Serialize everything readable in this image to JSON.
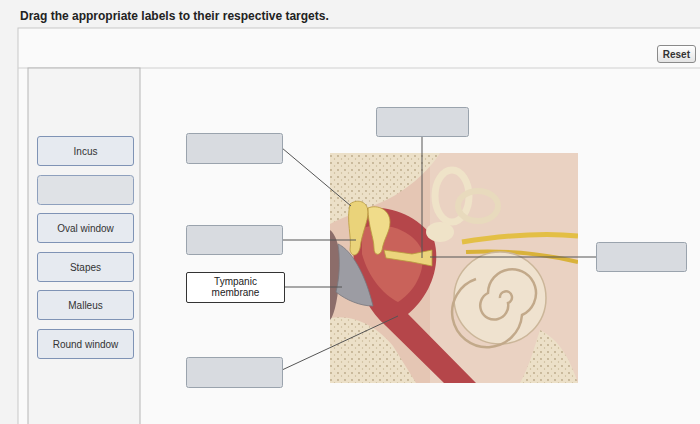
{
  "diagram": {
    "title": "Drag the appropriate labels to their respective targets.",
    "nodes": [
      {
        "text": [
          "Reset"
        ]
      },
      {
        "text": [
          "Incus"
        ]
      },
      {
        "text": [
          "Oval window"
        ]
      },
      {
        "text": [
          "Stapes"
        ]
      },
      {
        "text": [
          "Malleus"
        ]
      },
      {
        "text": [
          "Round window"
        ]
      },
      {
        "text": [
          "Tympanic membrane"
        ]
      }
    ]
  }
}
